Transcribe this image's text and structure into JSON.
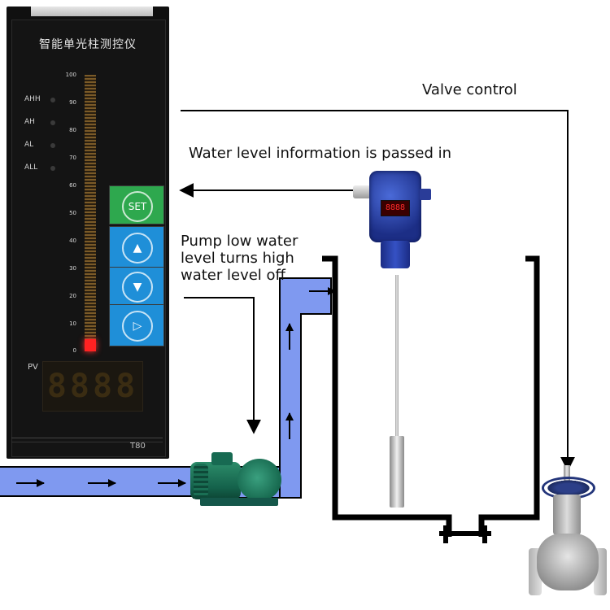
{
  "labels": {
    "valve_control": "Valve control",
    "water_level_info": "Water level information is passed in",
    "pump_line1": "Pump low water",
    "pump_line2": "level turns high",
    "pump_line3": "water level off"
  },
  "controller": {
    "title": "智能单光柱测控仪",
    "alarms": [
      "AHH",
      "AH",
      "AL",
      "ALL"
    ],
    "scale_ticks": [
      "100",
      "90",
      "80",
      "70",
      "60",
      "50",
      "40",
      "30",
      "20",
      "10",
      "0"
    ],
    "bar_level_percent": 2,
    "keys": {
      "set": "SET"
    },
    "pv_label": "PV",
    "display_value": "8888",
    "model": "T80"
  },
  "colors": {
    "pipe_fill": "#7f99f0",
    "pipe_outline": "#000000",
    "key_green": "#2ea84e",
    "key_blue": "#1f8fd8",
    "bar_active": "#ff2222",
    "pump_green": "#1d7a5c",
    "transmitter_blue": "#2a45b8"
  },
  "icons": {
    "key_up": "up-triangle-icon",
    "key_down": "down-triangle-icon",
    "key_shift": "shift-arrow-icon",
    "flow_arrow": "arrow-right-icon"
  }
}
